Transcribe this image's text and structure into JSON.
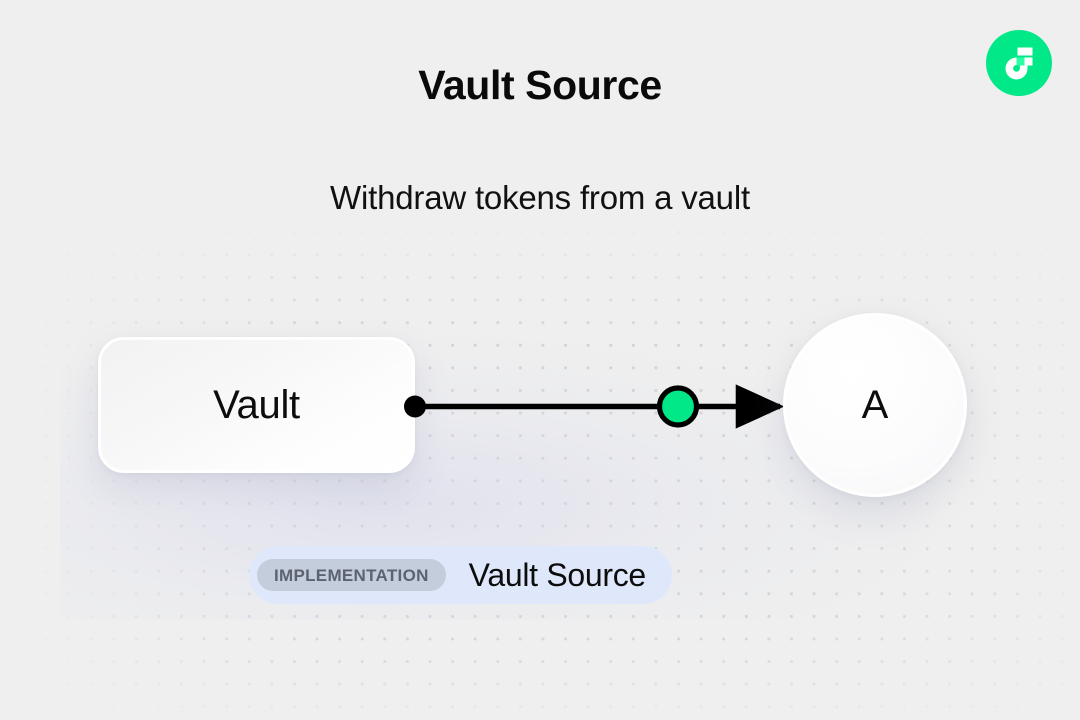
{
  "page": {
    "title": "Vault Source",
    "subtitle": "Withdraw tokens from a vault",
    "background_color": "#efefef"
  },
  "brand": {
    "logo_name": "flow-logo",
    "circle_color": "#00E887",
    "glyph_color": "#ffffff",
    "accent_color": "#2BFFA3"
  },
  "diagram": {
    "type": "flow-graph",
    "nodes": [
      {
        "id": "vault",
        "label": "Vault",
        "shape": "rounded-rect"
      },
      {
        "id": "a",
        "label": "A",
        "shape": "circle"
      }
    ],
    "edge": {
      "from": "vault",
      "to": "a",
      "source_handle_color": "#000000",
      "midpoint_marker_color": "#00E887",
      "line_color": "#000000",
      "arrow": "right"
    }
  },
  "badge": {
    "chip_label": "IMPLEMENTATION",
    "name": "Vault Source",
    "chip_background": "#C4CDDC",
    "badge_background": "#DFE8FB"
  }
}
